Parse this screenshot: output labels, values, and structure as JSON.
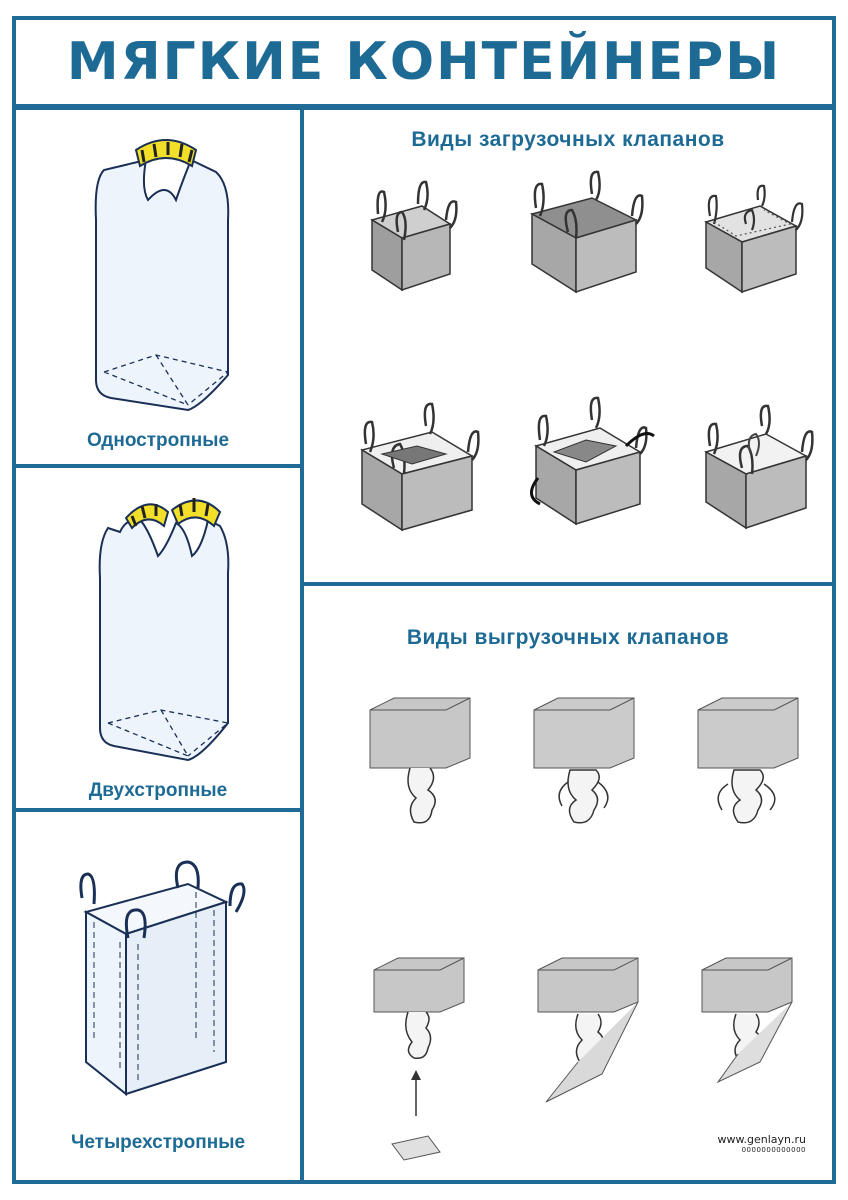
{
  "header": {
    "title": "МЯГКИЕ КОНТЕЙНЕРЫ"
  },
  "left_panel": {
    "items": [
      {
        "label": "Одностропные",
        "icon": "single-loop-bag-icon"
      },
      {
        "label": "Двухстропные",
        "icon": "double-loop-bag-icon"
      },
      {
        "label": "Четырехстропные",
        "icon": "four-loop-bag-icon"
      }
    ]
  },
  "loading_section": {
    "title": "Виды загрузочных клапанов",
    "icons": [
      "open-top-icon",
      "flat-top-icon",
      "duffle-top-icon",
      "spout-top-icon",
      "star-top-icon",
      "skirt-top-icon"
    ]
  },
  "discharge_section": {
    "title": "Виды выгрузочных клапанов",
    "icons": [
      "discharge-spout-icon",
      "discharge-spout-icon",
      "discharge-spout-icon",
      "discharge-spout-icon",
      "discharge-spout-icon",
      "discharge-spout-icon"
    ]
  },
  "footer": {
    "url": "www.genlayn.ru",
    "code": "0000000000000"
  },
  "colors": {
    "accent": "#1f6b96",
    "loop_yellow": "#f2df2a",
    "bag_fill": "#eef4fb",
    "box_gray": "#b9b9b9"
  }
}
